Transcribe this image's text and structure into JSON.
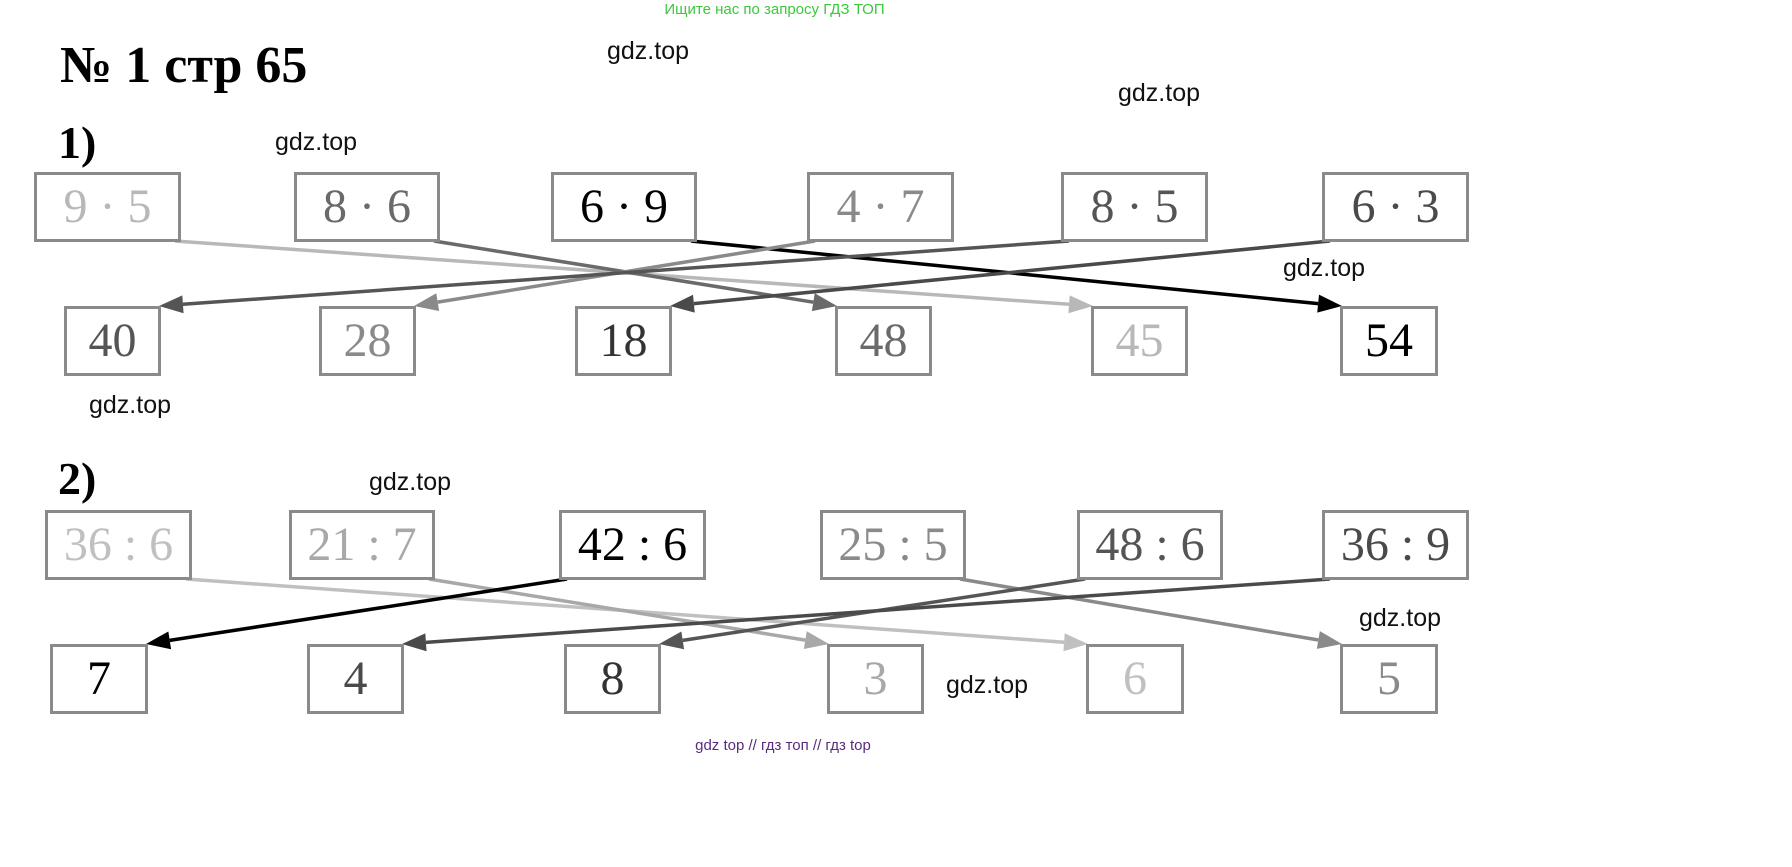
{
  "header_note": "Ищите нас по запросу ГДЗ ТОП",
  "title": "№ 1 стр 65",
  "part1": {
    "label": "1)",
    "top": [
      {
        "text": "9 · 5",
        "color": "#b8b8b8"
      },
      {
        "text": "8 · 6",
        "color": "#6a6a6a"
      },
      {
        "text": "6 · 9",
        "color": "#000000"
      },
      {
        "text": "4 · 7",
        "color": "#8a8a8a"
      },
      {
        "text": "8 · 5",
        "color": "#555555"
      },
      {
        "text": "6 · 3",
        "color": "#4a4a4a"
      }
    ],
    "bottom": [
      {
        "text": "40",
        "color": "#555555"
      },
      {
        "text": "28",
        "color": "#8a8a8a"
      },
      {
        "text": "18",
        "color": "#333333"
      },
      {
        "text": "48",
        "color": "#6a6a6a"
      },
      {
        "text": "45",
        "color": "#b8b8b8"
      },
      {
        "text": "54",
        "color": "#000000"
      }
    ],
    "links": [
      {
        "from": 0,
        "to": 4,
        "color": "#b8b8b8"
      },
      {
        "from": 1,
        "to": 3,
        "color": "#6a6a6a"
      },
      {
        "from": 2,
        "to": 5,
        "color": "#000000"
      },
      {
        "from": 3,
        "to": 1,
        "color": "#8a8a8a"
      },
      {
        "from": 4,
        "to": 0,
        "color": "#555555"
      },
      {
        "from": 5,
        "to": 2,
        "color": "#4a4a4a"
      }
    ]
  },
  "part2": {
    "label": "2)",
    "top": [
      {
        "text": "36 : 6",
        "color": "#c0c0c0"
      },
      {
        "text": "21 : 7",
        "color": "#a8a8a8"
      },
      {
        "text": "42 : 6",
        "color": "#000000"
      },
      {
        "text": "25 : 5",
        "color": "#8a8a8a"
      },
      {
        "text": "48 : 6",
        "color": "#555555"
      },
      {
        "text": "36 : 9",
        "color": "#4a4a4a"
      }
    ],
    "bottom": [
      {
        "text": "7",
        "color": "#000000"
      },
      {
        "text": "4",
        "color": "#4a4a4a"
      },
      {
        "text": "8",
        "color": "#333333"
      },
      {
        "text": "3",
        "color": "#a8a8a8"
      },
      {
        "text": "6",
        "color": "#c0c0c0"
      },
      {
        "text": "5",
        "color": "#8a8a8a"
      }
    ],
    "links": [
      {
        "from": 0,
        "to": 4,
        "color": "#c0c0c0"
      },
      {
        "from": 1,
        "to": 3,
        "color": "#a8a8a8"
      },
      {
        "from": 2,
        "to": 0,
        "color": "#000000"
      },
      {
        "from": 3,
        "to": 5,
        "color": "#8a8a8a"
      },
      {
        "from": 4,
        "to": 2,
        "color": "#555555"
      },
      {
        "from": 5,
        "to": 1,
        "color": "#4a4a4a"
      }
    ]
  },
  "watermarks": [
    "gdz.top",
    "gdz.top",
    "gdz.top",
    "gdz.top",
    "gdz.top",
    "gdz.top",
    "gdz.top",
    "gdz.top"
  ],
  "footer": "gdz top  //  гдз топ  //  гдз top"
}
